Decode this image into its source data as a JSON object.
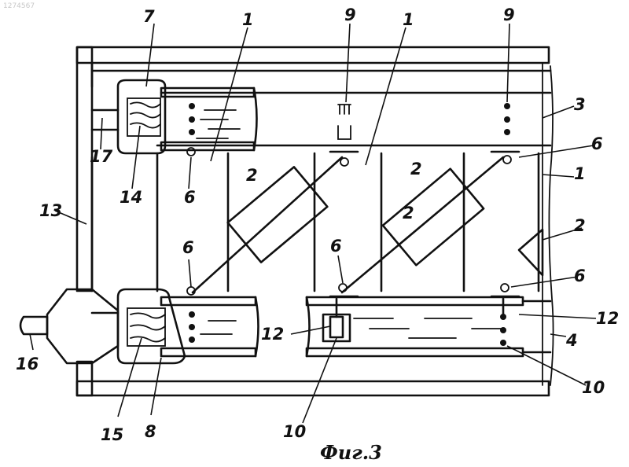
{
  "watermark": "1274567",
  "caption": "Фиг.3",
  "labels": {
    "l1a": "1",
    "l1b": "1",
    "l1c": "1",
    "l2a": "2",
    "l2b": "2",
    "l2c": "2",
    "l2d": "2",
    "l3": "3",
    "l4": "4",
    "l6a": "6",
    "l6b": "6",
    "l6c": "6",
    "l6d": "6",
    "l6e": "6",
    "l7": "7",
    "l8": "8",
    "l9a": "9",
    "l9b": "9",
    "l10a": "10",
    "l10b": "10",
    "l12a": "12",
    "l12b": "12",
    "l13": "13",
    "l14": "14",
    "l15": "15",
    "l16": "16",
    "l17": "17"
  }
}
